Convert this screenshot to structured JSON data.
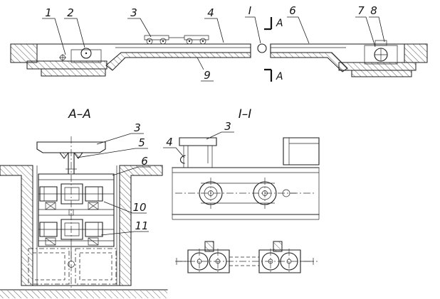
{
  "page": {
    "bg": "#ffffff",
    "ink": "#1e1e1e"
  },
  "top_view": {
    "callouts": {
      "n1": "1",
      "n2": "2",
      "n3": "3",
      "n4": "4",
      "nI": "I",
      "n6": "6",
      "n7": "7",
      "n8": "8",
      "n9": "9"
    },
    "section_letter_top": "A",
    "section_letter_bottom": "A"
  },
  "view_aa": {
    "title": "A–A",
    "callouts": {
      "n3": "3",
      "n5": "5",
      "n6": "6",
      "n10": "10",
      "n11": "11"
    }
  },
  "view_ii": {
    "title": "I–I",
    "callouts": {
      "n3": "3",
      "n4": "4"
    }
  }
}
